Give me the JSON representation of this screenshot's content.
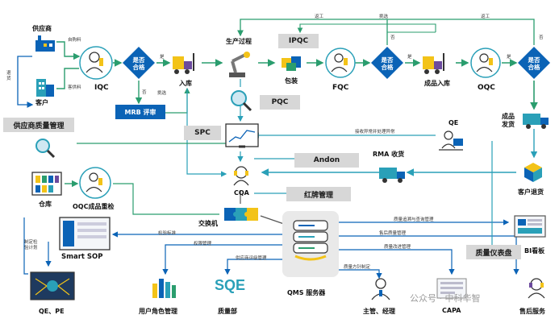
{
  "nodes": {
    "supplier": "供应商",
    "customer": "客户",
    "iqc": "IQC",
    "mrb": "MRB 评审",
    "supplier_quality": "供应商质量管理",
    "warehouse": "仓库",
    "oqc_recheck": "OQC成品重检",
    "smart_sop": "Smart SOP",
    "qe_pe": "QE、PE",
    "inbound": "入库",
    "production": "生产过程",
    "ipqc": "IPQC",
    "pqc": "PQC",
    "packing": "包装",
    "fqc": "FQC",
    "finished_inbound": "成品入库",
    "oqc": "OQC",
    "finished_ship": "成品\n发货",
    "customer_return": "客户退货",
    "spc": "SPC",
    "andon": "Andon",
    "red_card": "红牌管理",
    "cqa": "CQA",
    "qe": "QE",
    "rma": "RMA 收货",
    "switch": "交换机",
    "qms_server": "QMS 服务器",
    "user_roles": "用户角色管理",
    "sqe": "SQE",
    "sqe_dept": "质量部",
    "managers": "主管、经理",
    "capa": "CAPA",
    "after_sales": "售后服务",
    "quality_dashboard": "质量仪表盘",
    "bi_board": "BI看板",
    "decision": "是否\n合格"
  },
  "edge_labels": {
    "self_material": "自购料",
    "customer_material": "客供料",
    "return_goods": "退货",
    "pick": "挑选",
    "rework": "返工",
    "no": "否",
    "yes": "是",
    "receive_abnormal": "接收异常并处理异常",
    "inspection_std": "检验标准",
    "make_plan": "制定检\n验计划",
    "permission": "权限管理",
    "supplier_review": "供应商评级管理",
    "quality_tracking": "质量追溯与查询管理",
    "after_sales_mgmt": "售后质量管理",
    "quality_improve": "质量改进管理",
    "quality_policy": "质量方针制定"
  },
  "watermark": "公众号 · 中科华智",
  "colors": {
    "blue": "#0b63b6",
    "green": "#2a9d6e",
    "teal": "#2aa0b8",
    "gray_box": "#d7d7d7",
    "yellow": "#f3c318",
    "purple": "#6c4a9e"
  }
}
